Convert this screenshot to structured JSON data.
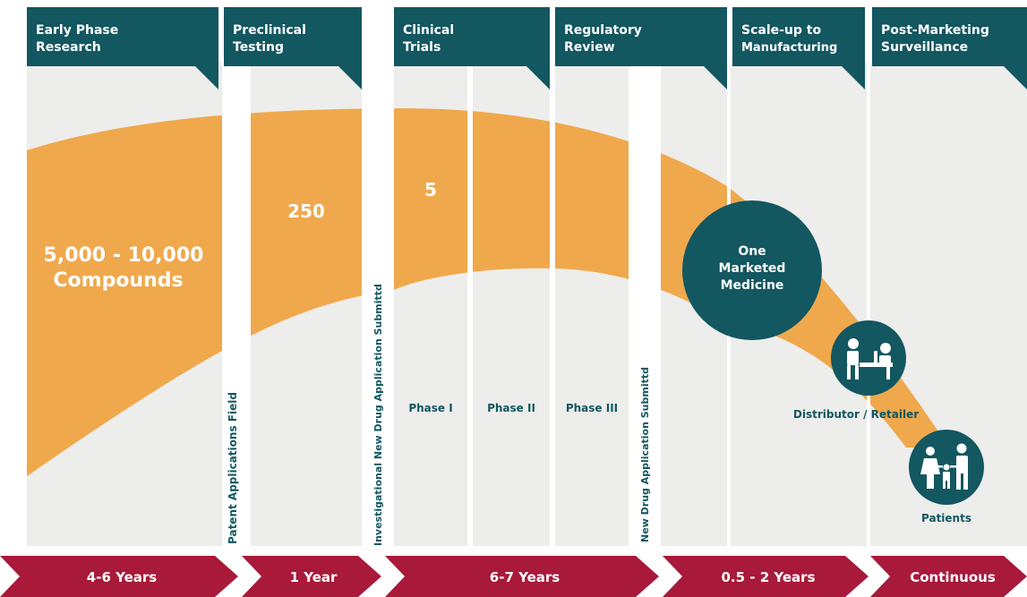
{
  "colors": {
    "teal": "#135760",
    "orange": "#f0a84c",
    "panel": "#ededeb",
    "crimson": "#a8193a",
    "white": "#ffffff"
  },
  "stages": [
    {
      "line1": "Early Phase",
      "line2": "Research"
    },
    {
      "line1": "Preclinical",
      "line2": "Testing"
    },
    {
      "line1": "Clinical",
      "line2": "Trials"
    },
    {
      "line1": "Regulatory",
      "line2": "Review"
    },
    {
      "line1": "Scale-up to",
      "line2": "Manufacturing"
    },
    {
      "line1": "Post-Marketing",
      "line2": "Surveillance"
    }
  ],
  "milestones": [
    "Patent Applications Field",
    "Investigational New Drug Application Submittd",
    "New Drug Application Submittd"
  ],
  "phases": [
    "Phase I",
    "Phase II",
    "Phase III"
  ],
  "counts": {
    "compounds_line1": "5,000 - 10,000",
    "compounds_line2": "Compounds",
    "preclinical": "250",
    "clinical": "5",
    "medicine_line1": "One",
    "medicine_line2": "Marketed",
    "medicine_line3": "Medicine"
  },
  "labels": {
    "distributor": "Distributor / Retailer",
    "patients": "Patients"
  },
  "icons": {
    "distributor": "retail-counter-icon",
    "patients": "family-icon"
  },
  "durations": [
    "4-6 Years",
    "1 Year",
    "6-7 Years",
    "0.5 - 2 Years",
    "Continuous"
  ]
}
